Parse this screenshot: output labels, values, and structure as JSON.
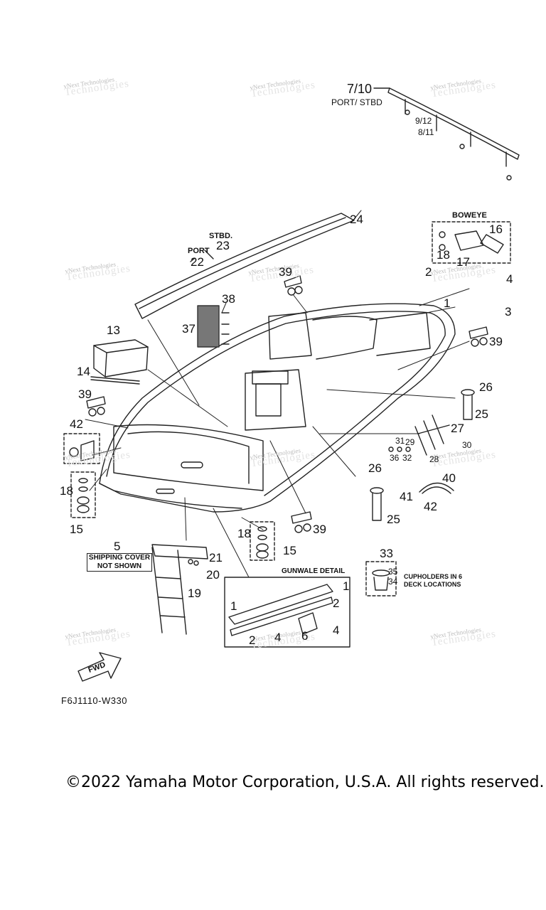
{
  "watermark": {
    "line1": "vNext Technologies",
    "line2": "Technologies"
  },
  "rail": {
    "title": "7/10",
    "subtitle": "PORT/ STBD",
    "part_a": "9/12",
    "part_b": "8/11"
  },
  "labels": {
    "stbd_word": "STBD.",
    "port_word": "PORT",
    "p23": "23",
    "p22": "22",
    "p24": "24",
    "boweye": "BOWEYE",
    "p16": "16",
    "p17": "17",
    "p18a": "18",
    "p2a": "2",
    "p4a": "4",
    "p1a": "1",
    "p3": "3",
    "p39a": "39",
    "p39top": "39",
    "p38": "38",
    "p37": "37",
    "p13": "13",
    "p14": "14",
    "p39left": "39",
    "p42a": "42",
    "p26a": "26",
    "p25a": "25",
    "p27": "27",
    "p31": "31",
    "p29": "29",
    "p30": "30",
    "p36": "36",
    "p32": "32",
    "p28": "28",
    "p26b": "26",
    "p25b": "25",
    "p40": "40",
    "p41": "41",
    "p42b": "42",
    "p18b": "18",
    "p15a": "15",
    "p18c": "18",
    "p15b": "15",
    "p39b": "39",
    "p5": "5",
    "p21": "21",
    "p20": "20",
    "p19": "19",
    "p33": "33",
    "p35": "35",
    "p34": "34",
    "gunwale_title": "GUNWALE DETAIL",
    "g1a": "1",
    "g2a": "2",
    "g1b": "1",
    "g4": "4",
    "g2b": "2",
    "g4b": "4",
    "g6": "6"
  },
  "notes": {
    "shipping_cover": "SHIPPING COVER NOT SHOWN",
    "cupholders": "CUPHOLDERS IN 6 DECK LOCATIONS",
    "fwd": "FWD"
  },
  "drawing_code": "F6J1110-W330",
  "copyright": "©2022 Yamaha Motor Corporation, U.S.A. All rights reserved."
}
